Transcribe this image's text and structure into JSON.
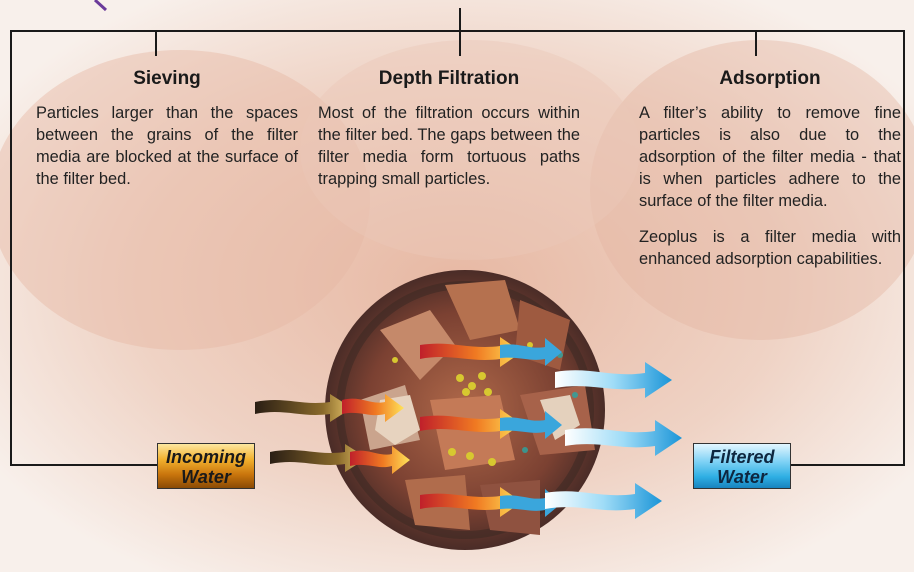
{
  "columns": [
    {
      "heading": "Sieving",
      "paragraphs": [
        "Particles larger than the spaces between the grains of the filter media are blocked at the surface of the filter bed."
      ]
    },
    {
      "heading": "Depth Filtration",
      "paragraphs": [
        "Most of the filtration occurs within the filter bed. The gaps between the filter media form tortuous paths trapping small particles."
      ]
    },
    {
      "heading": "Adsorption",
      "paragraphs": [
        "A filter’s ability to remove fine particles is also due to the adsorption of the filter media - that is when particles adhere to the surface of the filter media.",
        "Zeoplus is a filter media with enhanced adsorption capabilities."
      ]
    }
  ],
  "labels": {
    "incoming": [
      "Incoming",
      "Water"
    ],
    "filtered": [
      "Filtered",
      "Water"
    ]
  },
  "colors": {
    "incoming_tag": "#e09a1f",
    "filtered_tag": "#3cb6e8",
    "frame": "#1a1a1a",
    "arrow_in": "#e8752a",
    "arrow_out": "#2ba4df",
    "particle": "#d7c830"
  },
  "icons": [
    "incoming-arrow-icon",
    "flow-arrow-icon",
    "filtered-arrow-icon"
  ]
}
